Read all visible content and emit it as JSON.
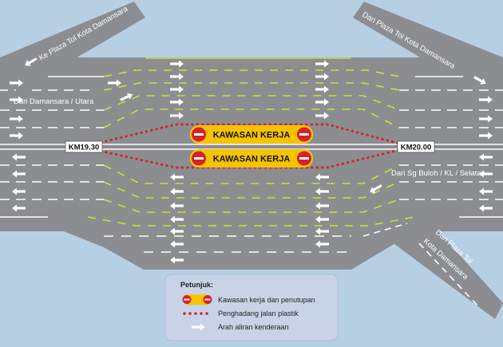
{
  "labels": {
    "ramp_top_left": "Ke Plaza Tol Kota Damansara",
    "ramp_top_right": "Dari Plaza Tol Kota Damansara",
    "from_north": "Dari Damansara / Utara",
    "from_south": "Dari Sg Buloh / KL / Selatan",
    "ramp_bottom_right_1": "Dari Plaza Tol",
    "ramp_bottom_right_2": "Kota Damansara"
  },
  "km_markers": {
    "left": "KM19.30",
    "right": "KM20.00"
  },
  "work_zone_label": "KAWASAN KERJA",
  "legend": {
    "title": "Petunjuk:",
    "items": [
      {
        "label": "Kawasan kerja dan penutupan"
      },
      {
        "label": "Penghadang jalan plastik"
      },
      {
        "label": "Arah aliran kenderaan"
      }
    ]
  },
  "colors": {
    "background": "#b7cfe3",
    "road": "#8b8d91",
    "lane_white": "#ffffff",
    "lane_yellow": "#c8e23a",
    "work_zone": "#f5c400",
    "no_entry": "#d8202a",
    "barrier": "#d8202a",
    "legend_box": "#c8d3e8"
  }
}
